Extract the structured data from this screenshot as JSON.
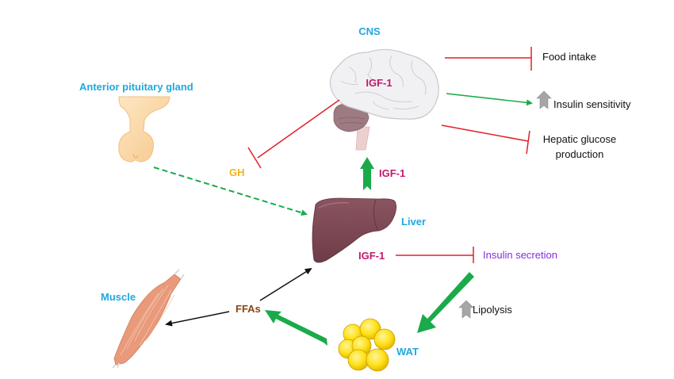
{
  "organs": {
    "cns": {
      "label": "CNS",
      "hormone": "IGF-1",
      "icon": "brain-icon"
    },
    "pituitary": {
      "label": "Anterior pituitary gland",
      "icon": "pituitary-gland-icon"
    },
    "liver": {
      "label": "Liver",
      "hormone": "IGF-1",
      "icon": "liver-icon"
    },
    "muscle": {
      "label": "Muscle",
      "icon": "muscle-icon"
    },
    "wat": {
      "label": "WAT",
      "icon": "adipose-tissue-icon"
    }
  },
  "signals": {
    "gh": "GH",
    "igf1_up": "IGF-1",
    "ffas": "FFAs"
  },
  "effects": {
    "food_intake": "Food intake",
    "insulin_sensitivity": "Insulin sensitivity",
    "hepatic_glucose_line1": "Hepatic glucose",
    "hepatic_glucose_line2": "production",
    "insulin_secretion": "Insulin secretion",
    "lipolysis": "Lipolysis"
  },
  "colors": {
    "inhibition": "#e0202a",
    "stimulation": "#1aaa4a",
    "flow": "#111111",
    "increase_marker": "#a6a6a6",
    "organ_label": "#1fa8e0",
    "hormone_label": "#c2186e",
    "gh_label": "#f2b51c",
    "insulin_label": "#8a2be2",
    "ffa_label": "#8b4513"
  },
  "legend_semantics": {
    "red_t_bar": "inhibits",
    "green_arrow": "stimulates",
    "grey_up_arrow": "increase"
  }
}
